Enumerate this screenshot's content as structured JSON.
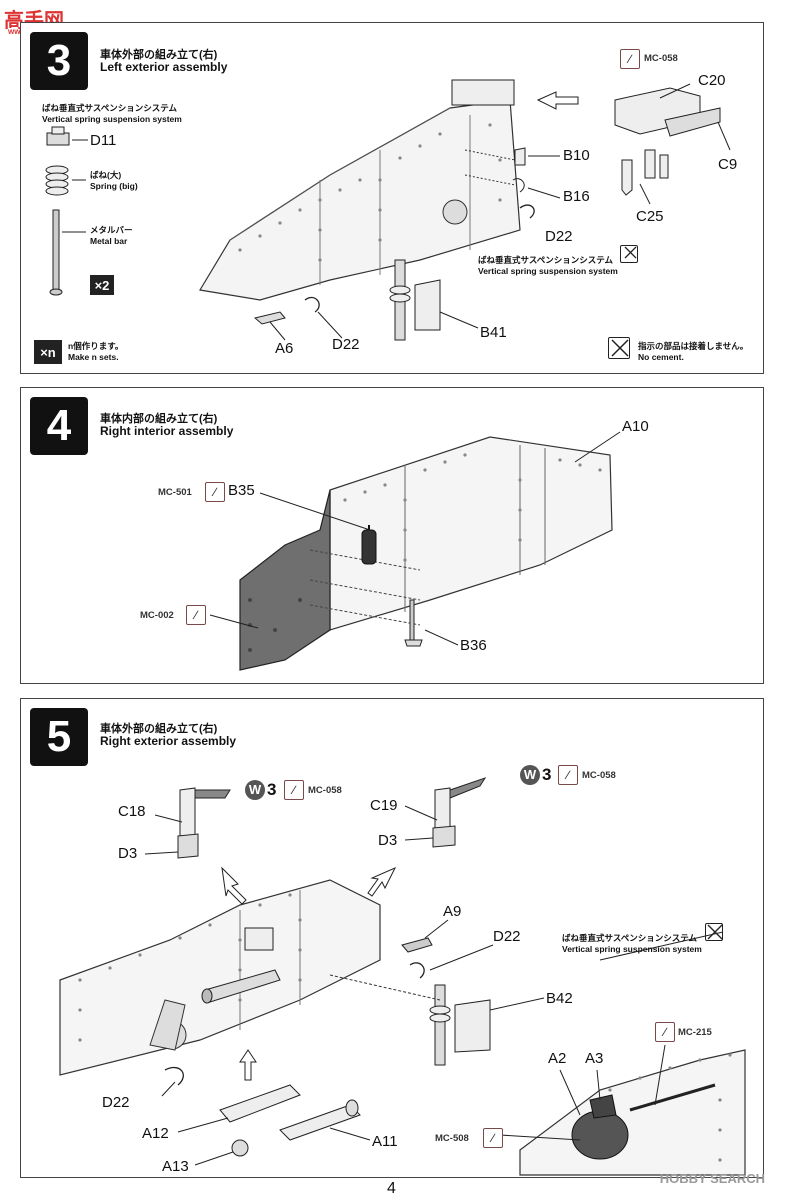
{
  "watermark": {
    "logo": "高手网",
    "url": "www.gaoshou.net",
    "hobbysearch": "HOBBY SEARCH"
  },
  "page_number": "4",
  "step3": {
    "number": "3",
    "title_jp": "車体外部の組み立て(右)",
    "title_en": "Left exterior assembly",
    "suspension_jp": "ばね垂直式サスペンションシステム",
    "suspension_en": "Vertical spring suspension system",
    "spring_jp": "ばね(大)",
    "spring_en": "Spring (big)",
    "metalbar_jp": "メタルバー",
    "metalbar_en": "Metal bar",
    "times": "×2",
    "xn": "×n",
    "make_jp": "n個作ります。",
    "make_en": "Make n sets.",
    "nocement_jp": "指示の部品は接着しません。",
    "nocement_en": "No cement.",
    "suspension2_jp": "ばね垂直式サスペンションシステム",
    "suspension2_en": "Vertical spring suspension system",
    "paint": "MC-058",
    "labels": {
      "D11": "D11",
      "A6": "A6",
      "D22a": "D22",
      "B41": "B41",
      "D22b": "D22",
      "B10": "B10",
      "B16": "B16",
      "C20": "C20",
      "C9": "C9",
      "C25": "C25"
    }
  },
  "step4": {
    "number": "4",
    "title_jp": "車体内部の組み立て(右)",
    "title_en": "Right interior assembly",
    "paint1": "MC-501",
    "paint2": "MC-002",
    "labels": {
      "A10": "A10",
      "B35": "B35",
      "B36": "B36"
    }
  },
  "step5": {
    "number": "5",
    "title_jp": "車体外部の組み立て(右)",
    "title_en": "Right exterior assembly",
    "w": "W",
    "w_num": "3",
    "paint1": "MC-058",
    "paint2": "MC-058",
    "paint3": "MC-215",
    "paint4": "MC-508",
    "suspension_jp": "ばね垂直式サスペンションシステム",
    "suspension_en": "Vertical spring suspension system",
    "labels": {
      "C18": "C18",
      "D3a": "D3",
      "C19": "C19",
      "D3b": "D3",
      "A9": "A9",
      "D22a": "D22",
      "B42": "B42",
      "D22b": "D22",
      "A12": "A12",
      "A11": "A11",
      "A13": "A13",
      "A2": "A2",
      "A3": "A3"
    }
  }
}
